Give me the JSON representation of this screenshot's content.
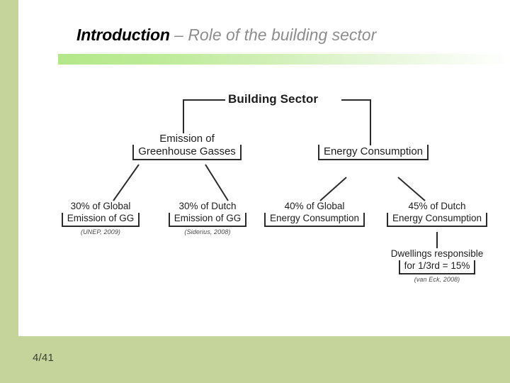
{
  "slide": {
    "page_number": "4/41",
    "accent_color": "#b3e889",
    "band_color": "#c4d49b",
    "title": {
      "strong": "Introduction",
      "light": " – Role of the building sector"
    }
  },
  "diagram": {
    "root": {
      "label": "Building Sector"
    },
    "branches": [
      {
        "id": "emission-of-greenhouse-gasses",
        "label_line1": "Emission of",
        "label_line2": "Greenhouse Gasses",
        "children": [
          {
            "id": "global-emission-gg",
            "above": "30% of Global",
            "boxed": "Emission of GG",
            "citation": "(UNEP, 2009)"
          },
          {
            "id": "dutch-emission-gg",
            "above": "30% of Dutch",
            "boxed": "Emission of GG",
            "citation": "(Siderius, 2008)"
          }
        ]
      },
      {
        "id": "energy-consumption",
        "label_line1": "",
        "label_line2": "Energy Consumption",
        "children": [
          {
            "id": "global-energy-consumption",
            "above": "40% of Global",
            "boxed": "Energy Consumption",
            "citation": ""
          },
          {
            "id": "dutch-energy-consumption",
            "above": "45% of Dutch",
            "boxed": "Energy Consumption",
            "citation": ""
          }
        ]
      }
    ],
    "sub_node": {
      "id": "dwellings-responsible",
      "above": "Dwellings responsible",
      "boxed": "for 1/3rd = 15%",
      "citation": "(van Eck, 2008)"
    }
  }
}
